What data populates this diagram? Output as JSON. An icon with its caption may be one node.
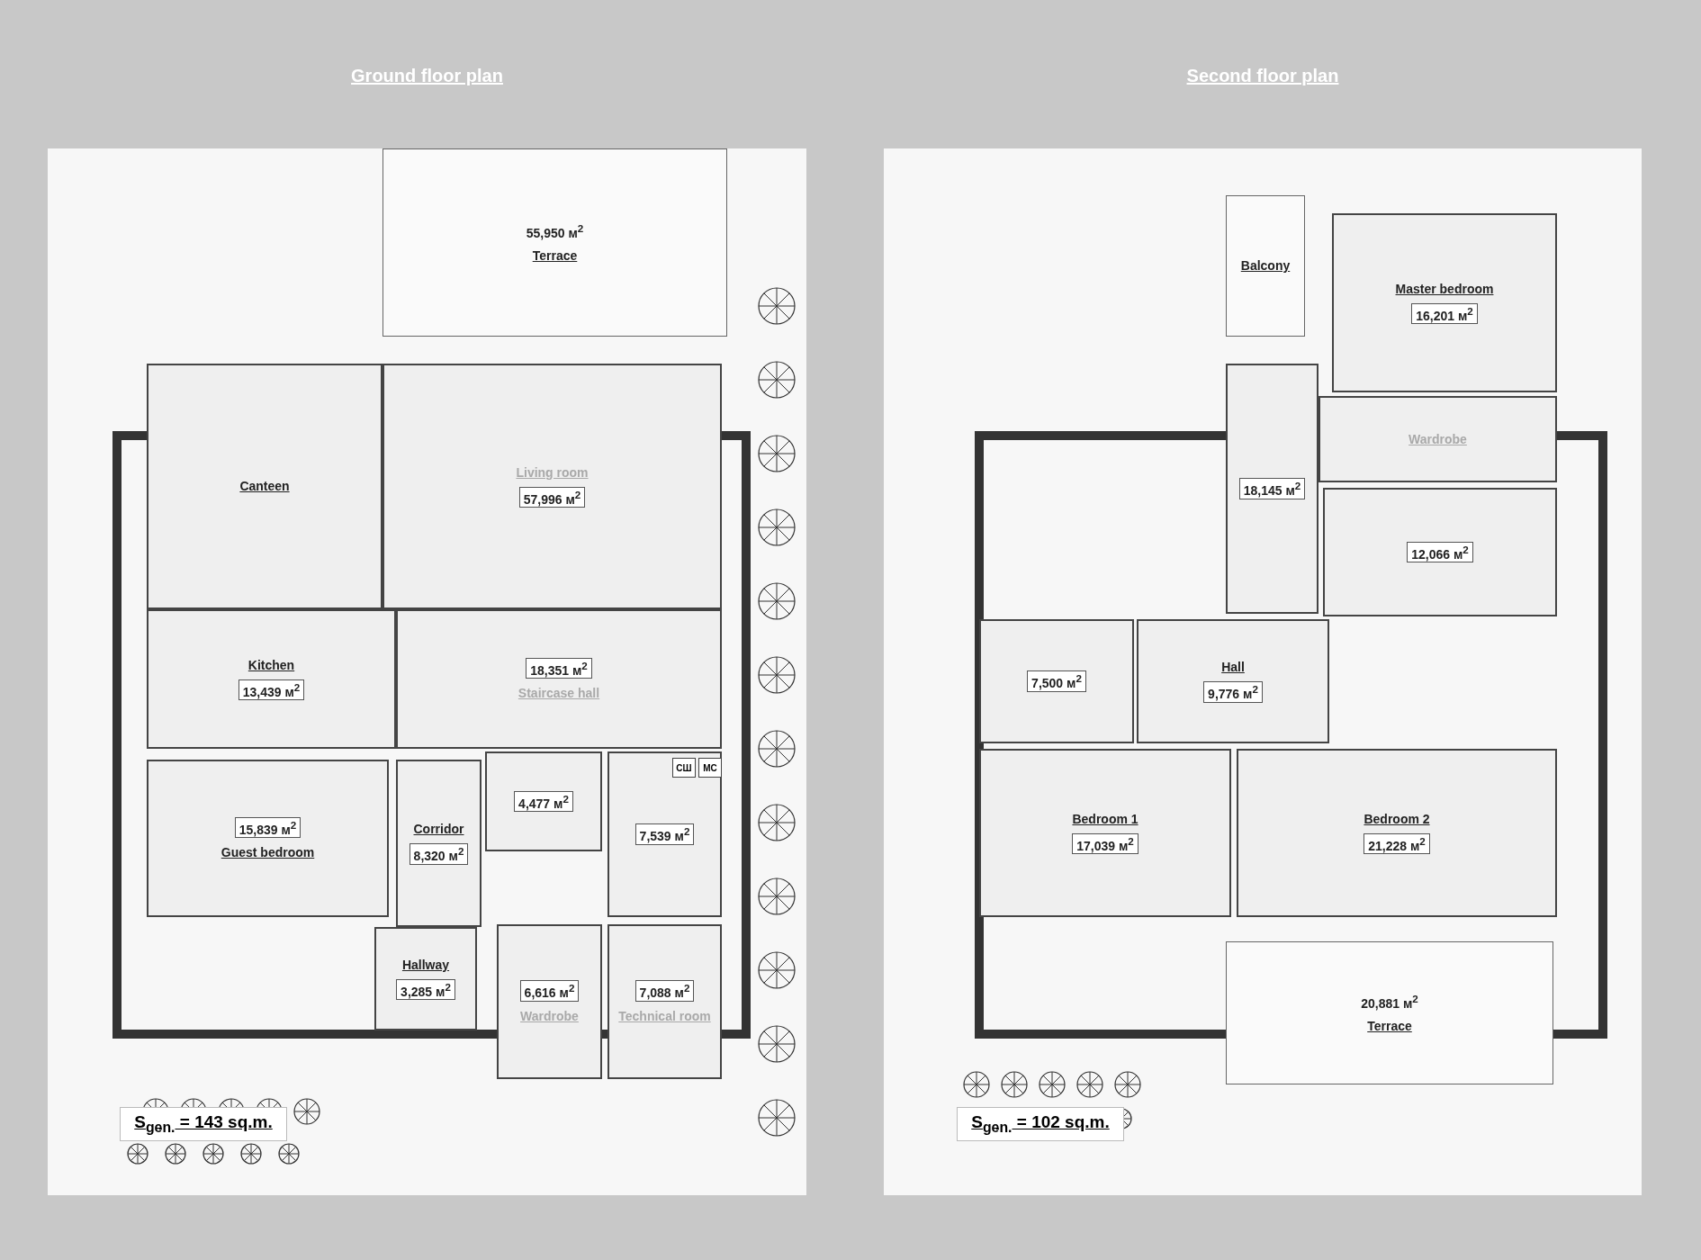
{
  "diagram": {
    "nodes": [
      {
        "text": [
          "Ground floor plan"
        ]
      },
      {
        "text": [
          "55,950 м$^{2}$",
          "Terrace"
        ],
        "in": 0
      },
      {
        "text": [
          "Canteen"
        ],
        "in": 0
      },
      {
        "text": [
          "Living room",
          "57,996 м$^{2}$"
        ],
        "in": 0
      },
      {
        "text": [
          "Kitchen",
          "13,439 м$^{2}$"
        ],
        "in": 0
      },
      {
        "text": [
          "18,351 м$^{2}$",
          "Staircase hall"
        ],
        "in": 0
      },
      {
        "text": [
          "15,839 м$^{2}$",
          "Guest bedroom"
        ],
        "in": 0
      },
      {
        "text": [
          "Corridor",
          "8,320 м$^{2}$"
        ],
        "in": 0
      },
      {
        "text": [
          "4,477 м$^{2}$"
        ],
        "in": 0
      },
      {
        "text": [
          "7,539 м$^{2}$"
        ],
        "in": 0
      },
      {
        "text": [
          "СШ"
        ],
        "in": 9
      },
      {
        "text": [
          "МС"
        ],
        "in": 9
      },
      {
        "text": [
          "Hallway",
          "3,285 м$^{2}$"
        ],
        "in": 0
      },
      {
        "text": [
          "6,616 м$^{2}$",
          "Wardrobe"
        ],
        "in": 0
      },
      {
        "text": [
          "7,088 м$^{2}$",
          "Technical room"
        ],
        "in": 0
      },
      {
        "text": [
          "S$_{gen.}$ = 143 sq.m."
        ],
        "in": 0
      },
      {
        "text": [
          "Second floor plan"
        ]
      },
      {
        "text": [
          "Balcony"
        ],
        "in": 16
      },
      {
        "text": [
          "Master bedroom",
          "16,201 м$^{2}$"
        ],
        "in": 16
      },
      {
        "text": [
          "18,145 м$^{2}$"
        ],
        "in": 16
      },
      {
        "text": [
          "Wardrobe"
        ],
        "in": 16
      },
      {
        "text": [
          "12,066 м$^{2}$"
        ],
        "in": 16
      },
      {
        "text": [
          "7,500 м$^{2}$"
        ],
        "in": 16
      },
      {
        "text": [
          "Hall",
          "9,776 м$^{2}$"
        ],
        "in": 16
      },
      {
        "text": [
          "Bedroom 1",
          "17,039 м$^{2}$"
        ],
        "in": 16
      },
      {
        "text": [
          "Bedroom 2",
          "21,228 м$^{2}$"
        ],
        "in": 16
      },
      {
        "text": [
          "20,881 м$^{2}$",
          "Terrace"
        ],
        "in": 16
      },
      {
        "text": [
          "S$_{gen.}$ = 102 sq.m."
        ],
        "in": 16
      }
    ]
  }
}
